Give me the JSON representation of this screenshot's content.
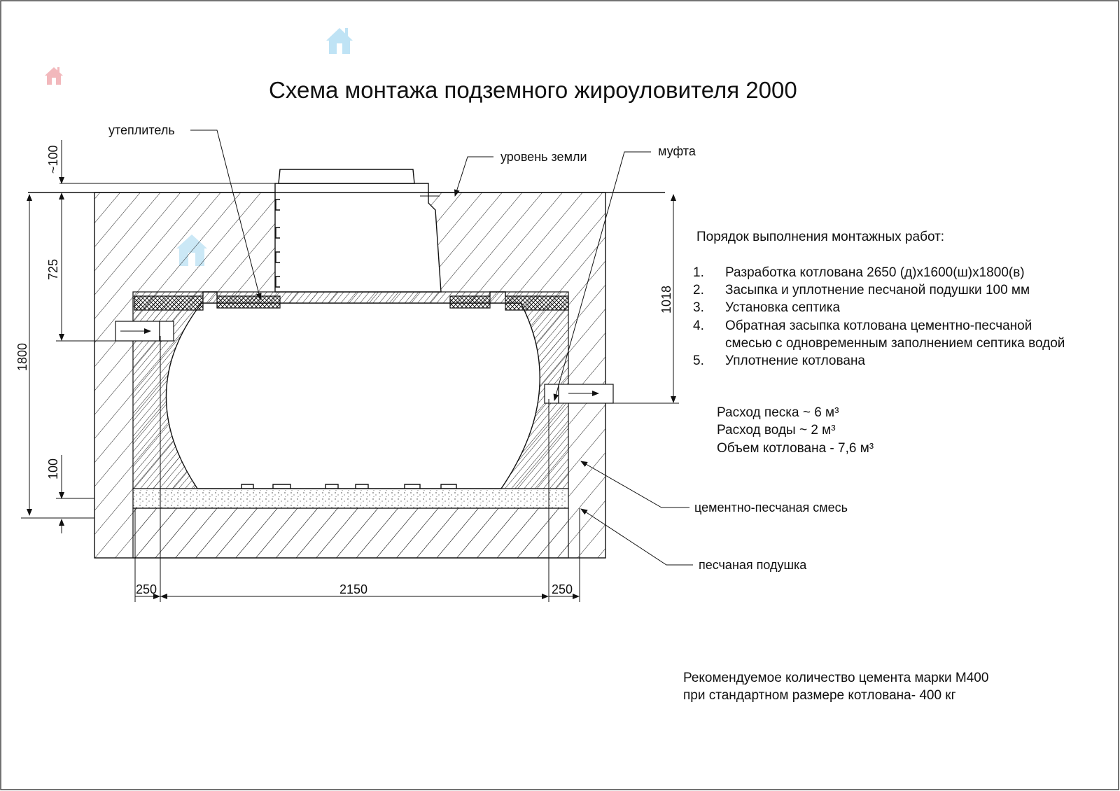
{
  "title": "Схема монтажа подземного жироуловителя 2000",
  "labels": {
    "insulation": "утеплитель",
    "ground_level": "уровень земли",
    "coupling": "муфта",
    "cement_sand_mix": "цементно-песчаная смесь",
    "sand_cushion": "песчаная подушка"
  },
  "dimensions": {
    "top_offset": "~100",
    "neck_depth": "725",
    "total_depth": "1800",
    "pad": "100",
    "outlet_depth": "1018",
    "left_gap": "250",
    "tank_width": "2150",
    "right_gap": "250"
  },
  "procedure": {
    "heading": "Порядок выполнения монтажных работ:",
    "steps": [
      {
        "num": "1.",
        "text": "Разработка котлована 2650 (д)x1600(ш)x1800(в)"
      },
      {
        "num": "2.",
        "text": "Засыпка и уплотнение песчаной подушки 100 мм"
      },
      {
        "num": "3.",
        "text": "Установка септика"
      },
      {
        "num": "4.",
        "text": "Обратная засыпка котлована цементно-песчаной",
        "text2": "смесью с одновременным заполнением септика водой"
      },
      {
        "num": "5.",
        "text": "Уплотнение котлована"
      }
    ]
  },
  "consumption": {
    "sand": "Расход песка ~ 6 м³",
    "water": "Расход воды ~ 2 м³",
    "volume": "Объем котлована - 7,6 м³"
  },
  "cement_note": {
    "line1": "Рекомендуемое количество цемента марки М400",
    "line2": "при стандартном размере котлована- 400 кг"
  },
  "colors": {
    "ink": "#111111",
    "logo_red": "#f2b8bc",
    "logo_blue": "#bfe3f5"
  }
}
